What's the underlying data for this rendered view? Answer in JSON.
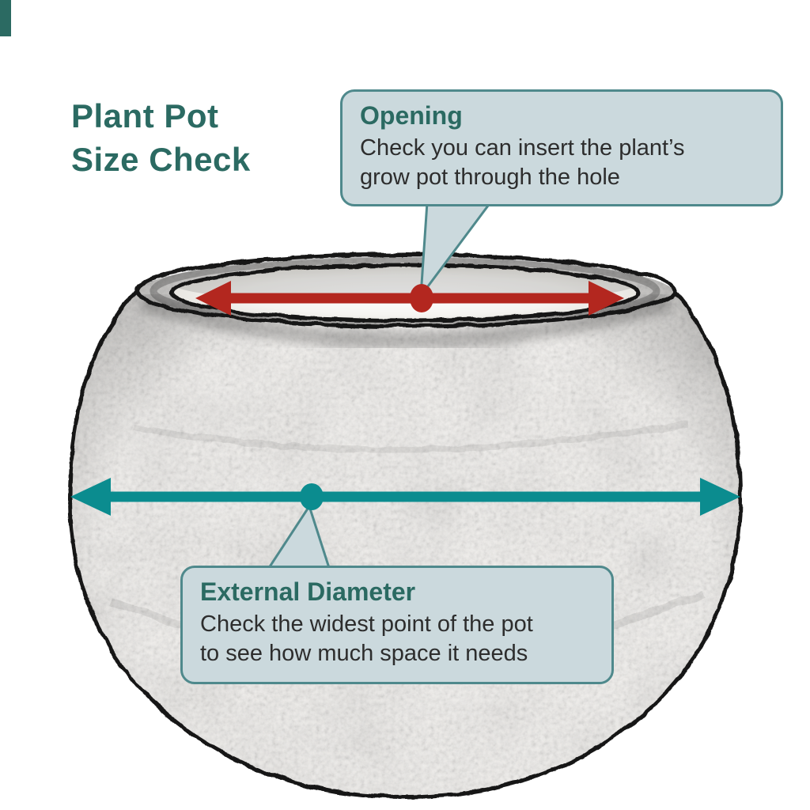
{
  "title": {
    "line1": "Plant Pot",
    "line2": "Size Check"
  },
  "callouts": {
    "opening": {
      "title": "Opening",
      "body_line1": "Check you can insert the plant’s",
      "body_line2": "grow pot through the hole"
    },
    "external_diameter": {
      "title": "External Diameter",
      "body_line1": "Check the widest point of the pot",
      "body_line2": "to see how much space it needs"
    }
  },
  "colors": {
    "title_teal": "#2b6a62",
    "callout_bg": "#cbd9dd",
    "callout_border": "#4f898c",
    "accent_red": "#b3271f",
    "accent_teal": "#0b8c8f",
    "pot_outline": "#161616",
    "pot_fill": "#f3f1ee",
    "body_text": "#2d2d2d"
  }
}
